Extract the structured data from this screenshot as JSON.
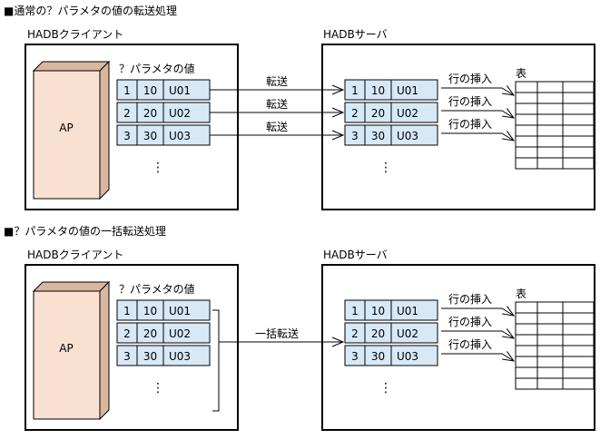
{
  "colors": {
    "ap_front": "#f9e1d2",
    "ap_side": "#d9b79f",
    "cell_fill": "#d7e8f7",
    "line": "#000000"
  },
  "sections": [
    {
      "title": "■通常の？パラメタの値の転送処理",
      "client_label": "HADBクライアント",
      "server_label": "HADBサーバ",
      "ap_label": "AP",
      "param_caption": "？パラメタの値",
      "rows": [
        [
          "1",
          "10",
          "U01"
        ],
        [
          "2",
          "20",
          "U02"
        ],
        [
          "3",
          "30",
          "U03"
        ]
      ],
      "transfer_labels": [
        "転送",
        "転送",
        "転送"
      ],
      "insert_labels": [
        "行の挿入",
        "行の挿入",
        "行の挿入"
      ],
      "table_label": "表",
      "ellipsis": "⋮"
    },
    {
      "title": "■？パラメタの値の一括転送処理",
      "client_label": "HADBクライアント",
      "server_label": "HADBサーバ",
      "ap_label": "AP",
      "param_caption": "？パラメタの値",
      "rows": [
        [
          "1",
          "10",
          "U01"
        ],
        [
          "2",
          "20",
          "U02"
        ],
        [
          "3",
          "30",
          "U03"
        ]
      ],
      "transfer_labels": [
        "一括転送"
      ],
      "insert_labels": [
        "行の挿入",
        "行の挿入",
        "行の挿入"
      ],
      "table_label": "表",
      "ellipsis": "⋮"
    }
  ]
}
